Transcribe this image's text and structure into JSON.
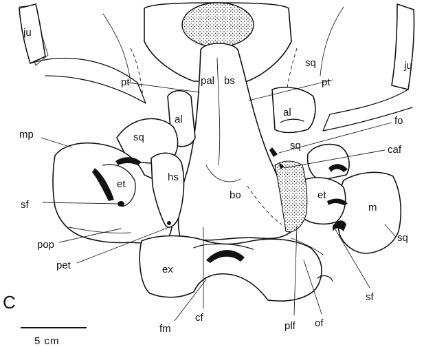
{
  "figure": {
    "panel_letter": "C",
    "scale_label": "5 cm"
  },
  "labels": {
    "ju_left": "ju",
    "ju_right": "ju",
    "pal": "pal",
    "sq_top": "sq",
    "pt_left": "pt",
    "pt_right": "pt",
    "bs": "bs",
    "al_left": "al",
    "al_right": "al",
    "fo": "fo",
    "mp": "mp",
    "sq_left": "sq",
    "sq_mid": "sq",
    "caf": "caf",
    "hs": "hs",
    "et_left": "et",
    "et_right": "et",
    "bo": "bo",
    "m": "m",
    "sf_left": "sf",
    "sq_right": "sq",
    "pop": "pop",
    "pet": "pet",
    "ex": "ex",
    "sf_right": "sf",
    "fm": "fm",
    "cf": "cf",
    "plf": "plf",
    "of": "of"
  }
}
